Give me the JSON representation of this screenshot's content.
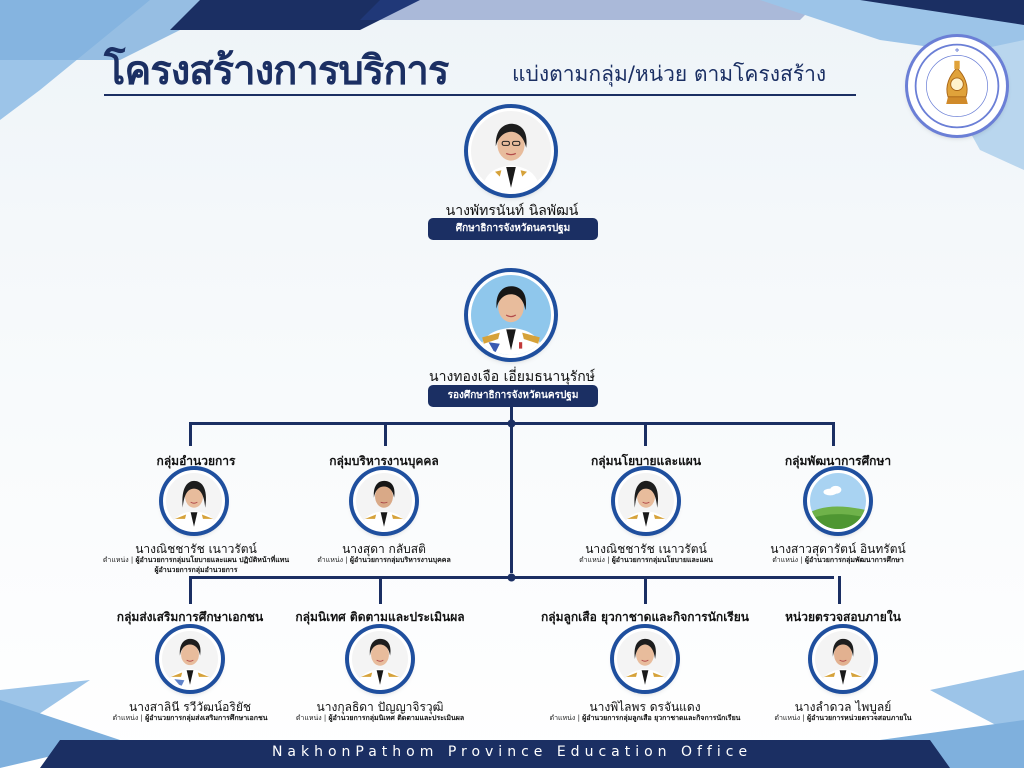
{
  "header": {
    "title": "โครงสร้างการบริการ",
    "subtitle": "แบ่งตามกลุ่ม/หน่วย ตามโครงสร้าง"
  },
  "director": {
    "name": "นางพัทรนันท์ นิลพัฒน์",
    "position": "ศึกษาธิการจังหวัดนครปฐม"
  },
  "deputy": {
    "name": "นางทองเจือ เอี่ยมธนานุรักษ์",
    "position": "รองศึกษาธิการจังหวัดนครปฐม"
  },
  "groups_row1": [
    {
      "group": "กลุ่มอำนวยการ",
      "name": "นางณิชชารัช เนาวรัตน์",
      "role_prefix": "ตำแหน่ง |",
      "role": "ผู้อำนวยการกลุ่มนโยบายและแผน ปฏิบัติหน้าที่แทน",
      "role2": "ผู้อำนวยการกลุ่มอำนวยการ"
    },
    {
      "group": "กลุ่มบริหารงานบุคคล",
      "name": "นางสุดา กลับสติ",
      "role_prefix": "ตำแหน่ง |",
      "role": "ผู้อำนวยการกลุ่มบริหารงานบุคคล",
      "role2": ""
    },
    {
      "group": "กลุ่มนโยบายและแผน",
      "name": "นางณิชชารัช เนาวรัตน์",
      "role_prefix": "ตำแหน่ง |",
      "role": "ผู้อำนวยการกลุ่มนโยบายและแผน",
      "role2": ""
    },
    {
      "group": "กลุ่มพัฒนาการศึกษา",
      "name": "นางสาวสุดารัตน์ อินทรัตน์",
      "role_prefix": "ตำแหน่ง |",
      "role": "ผู้อำนวยการกลุ่มพัฒนาการศึกษา",
      "role2": ""
    }
  ],
  "groups_row2": [
    {
      "group": "กลุ่มส่งเสริมการศึกษาเอกชน",
      "name": "นางสาลินี รวีวัฒน์อริยัช",
      "role_prefix": "ตำแหน่ง |",
      "role": "ผู้อำนวยการกลุ่มส่งเสริมการศึกษาเอกชน"
    },
    {
      "group": "กลุ่มนิเทศ ติดตามและประเมินผล",
      "name": "นางกุลธิดา ปัญญาจิรวุฒิ",
      "role_prefix": "ตำแหน่ง |",
      "role": "ผู้อำนวยการกลุ่มนิเทศ ติดตามและประเมินผล"
    },
    {
      "group": "กลุ่มลูกเสือ ยุวกาชาดและกิจการนักเรียน",
      "name": "นางพิไลพร ดรจันแดง",
      "role_prefix": "ตำแหน่ง |",
      "role": "ผู้อำนวยการกลุ่มลูกเสือ ยุวกาชาดและกิจการนักเรียน"
    },
    {
      "group": "หน่วยตรวจสอบภายใน",
      "name": "นางลำดวล ไพบูลย์",
      "role_prefix": "ตำแหน่ง |",
      "role": "ผู้อำนวยการหน่วยตรวจสอบภายใน"
    }
  ],
  "footer": {
    "text": "NakhonPathom Province Education Office"
  },
  "colors": {
    "navy": "#1b2f63",
    "ring": "#1f4f9e",
    "sky": "#7fb0dd",
    "light_sky": "#b9d6ee"
  }
}
